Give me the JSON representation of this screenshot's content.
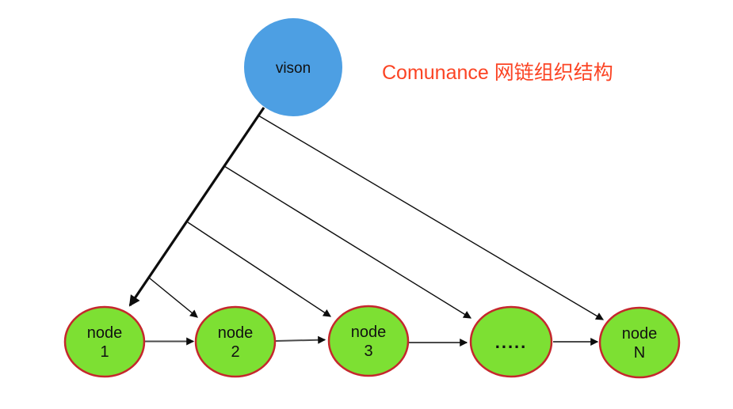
{
  "title": {
    "text": "Comunance 网链组织结构"
  },
  "root": {
    "label": "vison"
  },
  "nodes": [
    {
      "line1": "node",
      "line2": "1"
    },
    {
      "line1": "node",
      "line2": "2"
    },
    {
      "line1": "node",
      "line2": "3"
    },
    {
      "line1": "....."
    },
    {
      "line1": "node",
      "line2": "N"
    }
  ],
  "edges": [
    {
      "from": "vison",
      "to": "node 1",
      "style": "thick-arrow"
    },
    {
      "from": "vison",
      "to": "node 2",
      "style": "thin-arrow"
    },
    {
      "from": "vison",
      "to": "node 3",
      "style": "thin-arrow"
    },
    {
      "from": "vison",
      "to": ".....",
      "style": "thin-arrow"
    },
    {
      "from": "vison",
      "to": "node N",
      "style": "thin-arrow"
    },
    {
      "from": "node 1",
      "to": "node 2",
      "style": "chain-arrow"
    },
    {
      "from": "node 2",
      "to": "node 3",
      "style": "chain-arrow"
    },
    {
      "from": "node 3",
      "to": ".....",
      "style": "chain-arrow"
    },
    {
      "from": ".....",
      "to": "node N",
      "style": "chain-arrow"
    }
  ],
  "colors": {
    "root_fill": "#4d9fe3",
    "node_fill": "#7de033",
    "node_border": "#c5272d",
    "title_text": "#fb4424",
    "edge_black": "#0d0d0d",
    "chain_gray": "#4a4a4a",
    "text_black": "#111111",
    "background": "#ffffff"
  }
}
